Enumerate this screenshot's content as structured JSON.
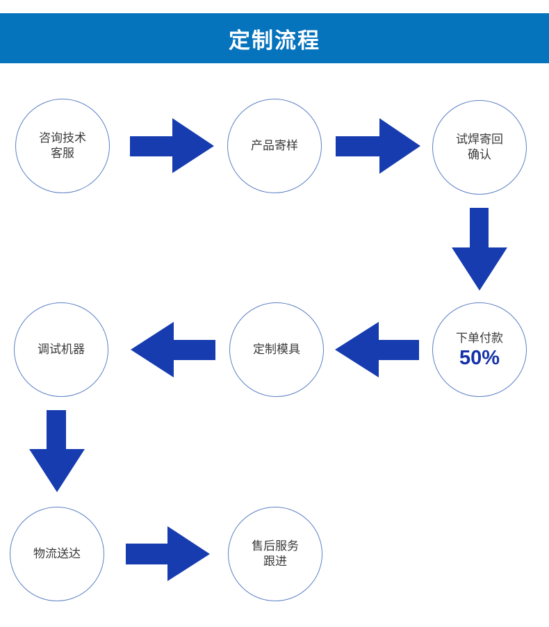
{
  "header": {
    "title": "定制流程"
  },
  "colors": {
    "header_bg": "#0673bd",
    "arrow": "#163cb0",
    "circle_border": "#5b7fc4",
    "percent_text": "#1432a8"
  },
  "steps": [
    {
      "label": "咨询技术客服"
    },
    {
      "label": "产品寄样"
    },
    {
      "label": "试焊寄回确认"
    },
    {
      "label": "下单付款",
      "percent": "50%"
    },
    {
      "label": "定制模具"
    },
    {
      "label": "调试机器"
    },
    {
      "label": "物流送达"
    },
    {
      "label": "售后服务跟进"
    }
  ]
}
